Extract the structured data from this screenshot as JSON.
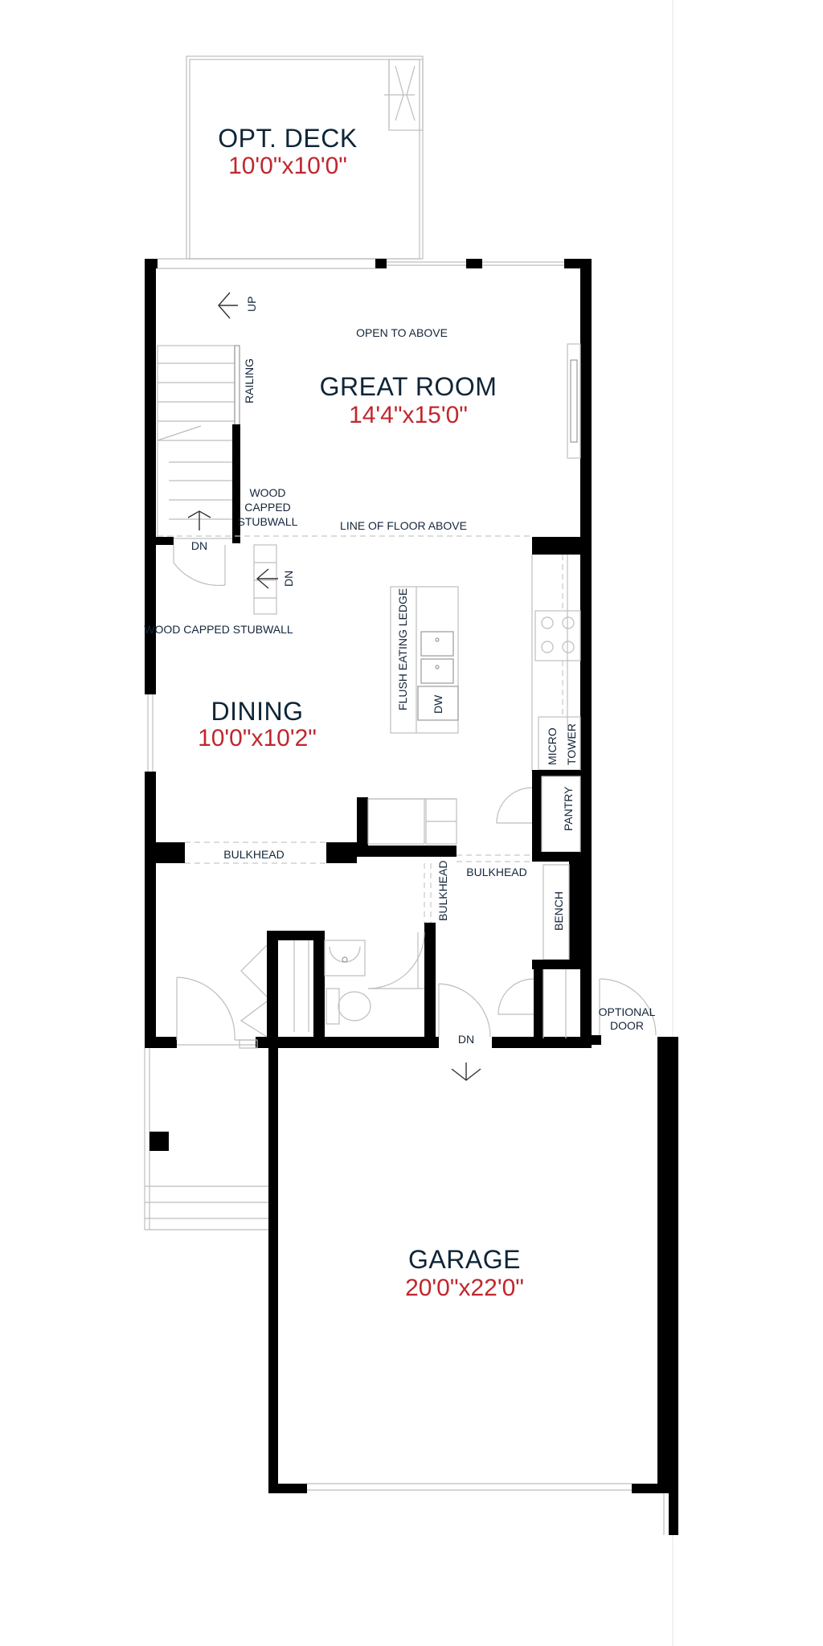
{
  "rooms": {
    "deck": {
      "name": "OPT. DECK",
      "dims": "10'0\"x10'0\""
    },
    "great_room": {
      "name": "GREAT ROOM",
      "dims": "14'4\"x15'0\""
    },
    "dining": {
      "name": "DINING",
      "dims": "10'0\"x10'2\""
    },
    "garage": {
      "name": "GARAGE",
      "dims": "20'0\"x22'0\""
    }
  },
  "labels": {
    "open_to_above": "OPEN TO ABOVE",
    "up": "UP",
    "railing": "RAILING",
    "wood_capped_1": "WOOD",
    "wood_capped_2": "CAPPED",
    "wood_capped_3": "STUBWALL",
    "line_of_floor_above": "LINE OF FLOOR ABOVE",
    "dn_stair": "DN",
    "dn_landing": "DN",
    "wood_capped_stubwall": "WOOD CAPPED STUBWALL",
    "flush_eating_ledge": "FLUSH EATING LEDGE",
    "dw": "DW",
    "micro": "MICRO",
    "tower": "TOWER",
    "pantry": "PANTRY",
    "bulkhead_left": "BULKHEAD",
    "bulkhead_right": "BULKHEAD",
    "bulkhead_vertical": "BULKHEAD",
    "bench": "BENCH",
    "optional": "OPTIONAL",
    "door": "DOOR",
    "dn_garage": "DN"
  },
  "colors": {
    "room_name": "#0f2537",
    "dimension": "#c0272d",
    "wall": "#000000"
  }
}
